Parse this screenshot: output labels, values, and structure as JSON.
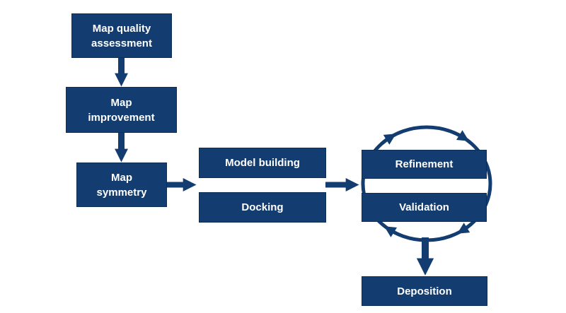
{
  "colors": {
    "node_fill": "#133d70",
    "node_text": "#ffffff",
    "connector": "#133d70",
    "background": "#ffffff"
  },
  "nodes": {
    "map_quality": "Map quality\nassessment",
    "map_improvement": "Map\nimprovement",
    "map_symmetry": "Map\nsymmetry",
    "model_building": "Model building",
    "docking": "Docking",
    "refinement": "Refinement",
    "validation": "Validation",
    "deposition": "Deposition"
  }
}
